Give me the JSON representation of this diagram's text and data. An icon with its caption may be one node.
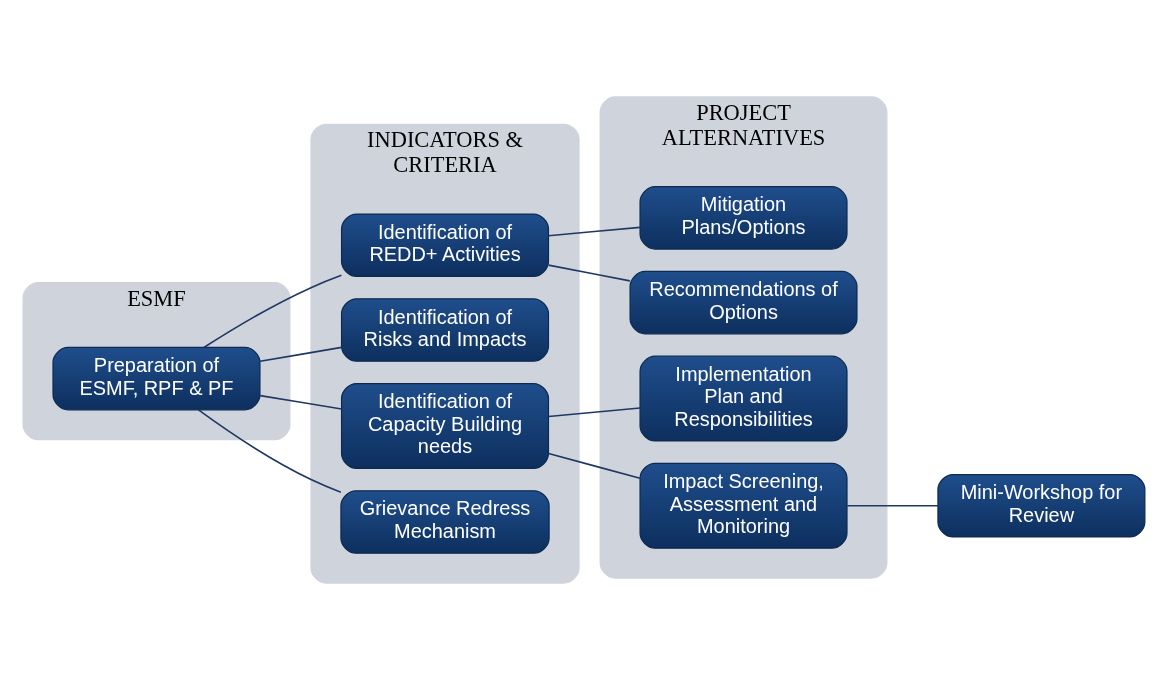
{
  "diagram": {
    "nodes": [
      {
        "text": [
          "ESMF"
        ]
      },
      {
        "text": [
          "Preparation of ESMF, RPF & PF"
        ],
        "in": 0
      },
      {
        "text": [
          "INDICATORS & CRITERIA"
        ]
      },
      {
        "text": [
          "Identification of REDD+ Activities"
        ],
        "in": 2
      },
      {
        "text": [
          "Identification of Risks and Impacts"
        ],
        "in": 2
      },
      {
        "text": [
          "Identification of Capacity Building needs"
        ],
        "in": 2
      },
      {
        "text": [
          "Grievance Redress Mechanism"
        ],
        "in": 2
      },
      {
        "text": [
          "PROJECT ALTERNATIVES"
        ]
      },
      {
        "text": [
          "Mitigation Plans/Options"
        ],
        "in": 7
      },
      {
        "text": [
          "Recommendations of Options"
        ],
        "in": 7
      },
      {
        "text": [
          "Implementation Plan and Responsibilities"
        ],
        "in": 7
      },
      {
        "text": [
          "Impact Screening, Assessment and Monitoring"
        ],
        "in": 7
      },
      {
        "text": [
          "Mini-Workshop for Review"
        ]
      }
    ],
    "edges": [
      {
        "from": 1,
        "to": 3,
        "arrow": "none"
      },
      {
        "from": 1,
        "to": 4,
        "arrow": "none"
      },
      {
        "from": 1,
        "to": 5,
        "arrow": "none"
      },
      {
        "from": 1,
        "to": 6,
        "arrow": "none"
      },
      {
        "from": 3,
        "to": 8,
        "arrow": "none"
      },
      {
        "from": 3,
        "to": 9,
        "arrow": "none"
      },
      {
        "from": 5,
        "to": 10,
        "arrow": "none"
      },
      {
        "from": 5,
        "to": 11,
        "arrow": "none"
      },
      {
        "from": 11,
        "to": 12,
        "arrow": "none"
      }
    ]
  }
}
